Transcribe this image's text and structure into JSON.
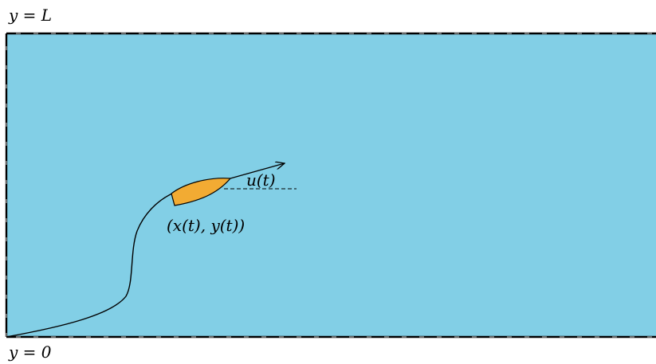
{
  "labels": {
    "top_boundary": "y = L",
    "bottom_boundary": "y = 0",
    "position": "(x(t), y(t))",
    "heading_angle": "u(t)"
  },
  "colors": {
    "water": "#82cfe6",
    "boat": "#f2ab33",
    "boundary": "#000000",
    "trajectory": "#000000"
  },
  "shapes": {
    "boundary_lines": "solid black lines at top and bottom of channel with short dashed tick marks",
    "boat": "orange hull shape",
    "trajectory": "curved path from bottom-left corner to the boat",
    "heading_arrow": "arrow from boat bow",
    "reference_line": "dashed horizontal line from boat bow"
  }
}
